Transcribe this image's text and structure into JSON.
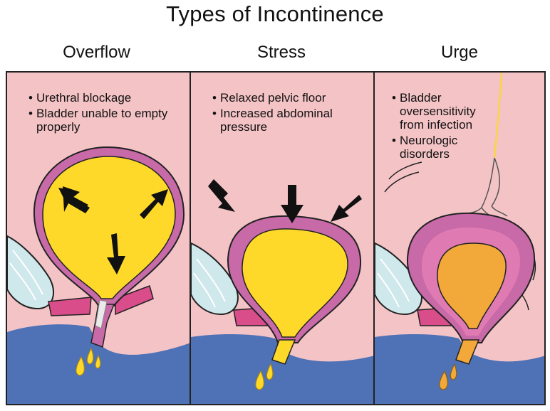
{
  "title": "Types of Incontinence",
  "panels": [
    {
      "heading": "Overflow",
      "bullets": [
        "Urethral blockage",
        "Bladder unable to empty properly"
      ]
    },
    {
      "heading": "Stress",
      "bullets": [
        "Relaxed pelvic floor",
        "Increased abdominal pressure"
      ]
    },
    {
      "heading": "Urge",
      "bullets": [
        "Bladder oversensitivity from infection",
        "Neurologic disorders"
      ]
    }
  ],
  "colors": {
    "tissue": "#f4c3c6",
    "body_blue": "#4f72b6",
    "bladder_wall": "#c76aa7",
    "urine": "#ffd92a",
    "urine_urge": "#f2a93a",
    "pelvic_muscle": "#d94d8b",
    "bone": "#cfe8ec"
  }
}
